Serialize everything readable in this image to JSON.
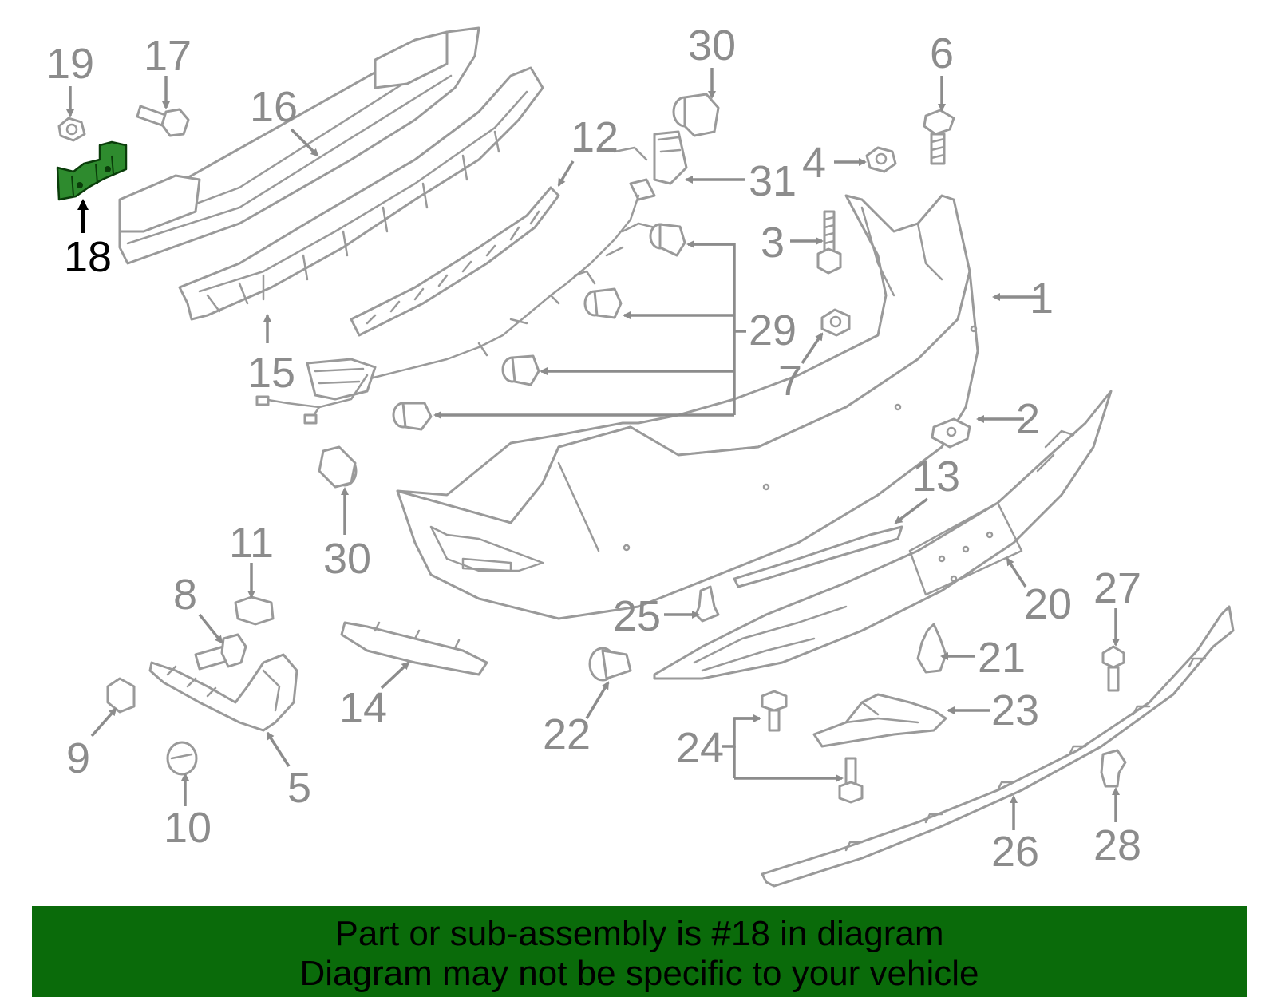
{
  "diagram": {
    "callouts": [
      {
        "id": "19",
        "label": "19"
      },
      {
        "id": "17",
        "label": "17"
      },
      {
        "id": "16",
        "label": "16"
      },
      {
        "id": "18",
        "label": "18",
        "highlighted": true
      },
      {
        "id": "15",
        "label": "15"
      },
      {
        "id": "12",
        "label": "12"
      },
      {
        "id": "30a",
        "label": "30"
      },
      {
        "id": "31",
        "label": "31"
      },
      {
        "id": "29",
        "label": "29"
      },
      {
        "id": "30b",
        "label": "30"
      },
      {
        "id": "6",
        "label": "6"
      },
      {
        "id": "4",
        "label": "4"
      },
      {
        "id": "3",
        "label": "3"
      },
      {
        "id": "1",
        "label": "1"
      },
      {
        "id": "7",
        "label": "7"
      },
      {
        "id": "2",
        "label": "2"
      },
      {
        "id": "13",
        "label": "13"
      },
      {
        "id": "20",
        "label": "20"
      },
      {
        "id": "11",
        "label": "11"
      },
      {
        "id": "8",
        "label": "8"
      },
      {
        "id": "9",
        "label": "9"
      },
      {
        "id": "10",
        "label": "10"
      },
      {
        "id": "5",
        "label": "5"
      },
      {
        "id": "14",
        "label": "14"
      },
      {
        "id": "25",
        "label": "25"
      },
      {
        "id": "22",
        "label": "22"
      },
      {
        "id": "21",
        "label": "21"
      },
      {
        "id": "23",
        "label": "23"
      },
      {
        "id": "24",
        "label": "24"
      },
      {
        "id": "27",
        "label": "27"
      },
      {
        "id": "28",
        "label": "28"
      },
      {
        "id": "26",
        "label": "26"
      }
    ],
    "highlight_color": "#2e8b2e",
    "label_color": "#8c8c8c"
  },
  "banner": {
    "line1": "Part or sub-assembly is #18 in diagram",
    "line2": "Diagram may not be specific to your vehicle",
    "background": "#0a6b0a"
  }
}
